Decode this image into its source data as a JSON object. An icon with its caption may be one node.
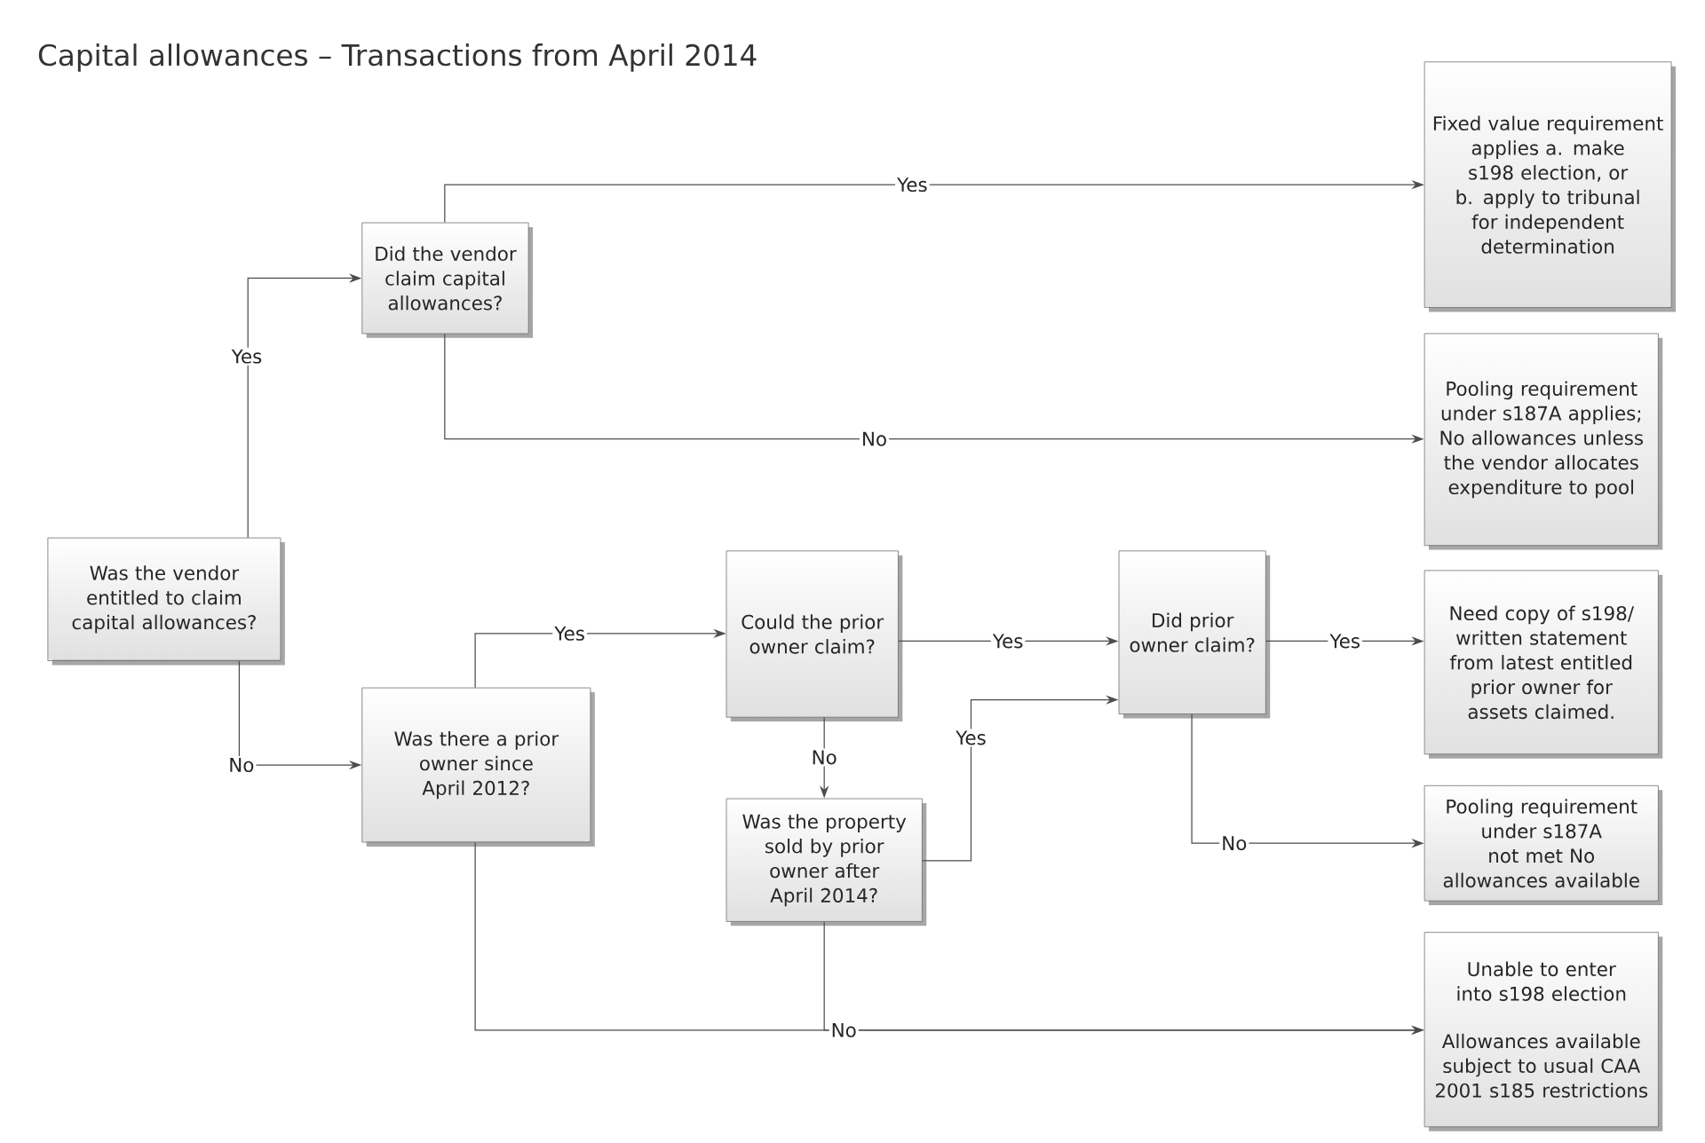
{
  "diagram": {
    "title": "Capital allowances – Transactions from April 2014",
    "nodes": [
      {
        "text": [
          "Was the vendor entitled to claim capital allowances?"
        ]
      },
      {
        "text": [
          "Did the vendor claim capital allowances?"
        ]
      },
      {
        "text": [
          "Fixed value requirement applies a. make s198 election, or b. apply to tribunal for independent determination"
        ]
      },
      {
        "text": [
          "Pooling requirement under s187A applies; No allowances unless the vendor allocates expenditure to pool"
        ]
      },
      {
        "text": [
          "Was there a prior owner since April 2012?"
        ]
      },
      {
        "text": [
          "Could the prior owner claim?"
        ]
      },
      {
        "text": [
          "Was the property sold by prior owner after April 2014?"
        ]
      },
      {
        "text": [
          "Did prior owner claim?"
        ]
      },
      {
        "text": [
          "Need copy of s198/ written statement from latest entitled prior owner for assets claimed."
        ]
      },
      {
        "text": [
          "Pooling requirement under s187A not met No allowances available"
        ]
      },
      {
        "text": [
          "Unable to enter into s198 election",
          "Allowances available subject to usual CAA 2001 s185 restrictions"
        ]
      }
    ],
    "edges": [
      {
        "from": 0,
        "to": 1,
        "arrow": "to",
        "label": "Yes"
      },
      {
        "from": 1,
        "to": 2,
        "arrow": "to",
        "label": "Yes"
      },
      {
        "from": 1,
        "to": 3,
        "arrow": "to",
        "label": "No"
      },
      {
        "from": 0,
        "to": 4,
        "arrow": "to",
        "label": "No"
      },
      {
        "from": 4,
        "to": 5,
        "arrow": "to",
        "label": "Yes"
      },
      {
        "from": 4,
        "to": 10,
        "arrow": "to",
        "label": "No"
      },
      {
        "from": 5,
        "to": 7,
        "arrow": "to",
        "label": "Yes"
      },
      {
        "from": 5,
        "to": 6,
        "arrow": "to",
        "label": "No"
      },
      {
        "from": 6,
        "to": 7,
        "arrow": "to",
        "label": "Yes"
      },
      {
        "from": 6,
        "to": 10,
        "arrow": "to"
      },
      {
        "from": 7,
        "to": 8,
        "arrow": "to",
        "label": "Yes"
      },
      {
        "from": 7,
        "to": 9,
        "arrow": "to",
        "label": "No"
      }
    ]
  }
}
